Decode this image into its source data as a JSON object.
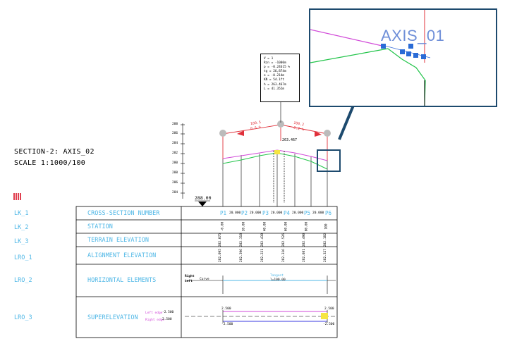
{
  "section": {
    "title_line1": "SECTION-2: AXIS_02",
    "title_line2": "SCALE 1:1000/100"
  },
  "left_labels": [
    "LK_1",
    "LK_2",
    "LK_3",
    "LRO_1",
    "LRO_2",
    "LRO_3"
  ],
  "row_labels": [
    "CROSS-SECTION NUMBER",
    "STATION",
    "TERRAIN ELEVATION",
    "ALIGNMENT ELEVATION",
    "HORIZONTAL ELEMENTS",
    "SUPERELEVATION"
  ],
  "zoom_inset": {
    "label": "AXIS_01"
  },
  "info_box": {
    "lines": [
      "V = 1",
      "Rzn = -1000m",
      "p = -0.24615 %",
      "tg = 26,874m",
      "e = -0.214m",
      "KN = 54.1ft",
      "h = 263.467m",
      "L = 41.352m"
    ]
  },
  "profile": {
    "elevations": [
      "288",
      "286",
      "284",
      "282",
      "280",
      "288",
      "286",
      "284"
    ],
    "datum": "288.00",
    "peak_elev": "263.467",
    "grade_left": "100.5",
    "grade_left_pct": "0.5 %",
    "grade_right": "100.2",
    "grade_right_pct": "0.2 %"
  },
  "points": [
    "P1",
    "P2",
    "P3",
    "P4",
    "P5",
    "P6"
  ],
  "stations_between": [
    "20.000",
    "20.000",
    "20.000",
    "20.000",
    "20.000"
  ],
  "station_values": [
    "-0.00",
    "20.00",
    "40.00",
    "60.00",
    "80.00",
    "100"
  ],
  "terrain_values": [
    "282.075",
    "282.318",
    "282.438",
    "282.526",
    "282.490",
    "282.182"
  ],
  "alignment_values": [
    "282.095",
    "282.396",
    "282.231",
    "282.316",
    "282.081",
    "282.327"
  ],
  "horizontal": {
    "right_label": "Right",
    "left_label": "Left",
    "curve_label": "Curve",
    "tangent_label": "Tangent",
    "tangent_len": "l=100.00"
  },
  "superelevation": {
    "left_edge": "Left edge",
    "right_edge": "Right edge",
    "left_val": "-2.500",
    "right_val": "2.500",
    "start_top": "2.500",
    "start_bot": "-2.500",
    "end_top": "2.500",
    "end_bot": "-2.500"
  },
  "colors": {
    "cyan": "#4fb7e6",
    "red": "#e0303a",
    "magenta": "#d14ad8",
    "green": "#22c44a",
    "blue_box": "#1d4a6e",
    "zoom_text": "#6f8fd8"
  }
}
